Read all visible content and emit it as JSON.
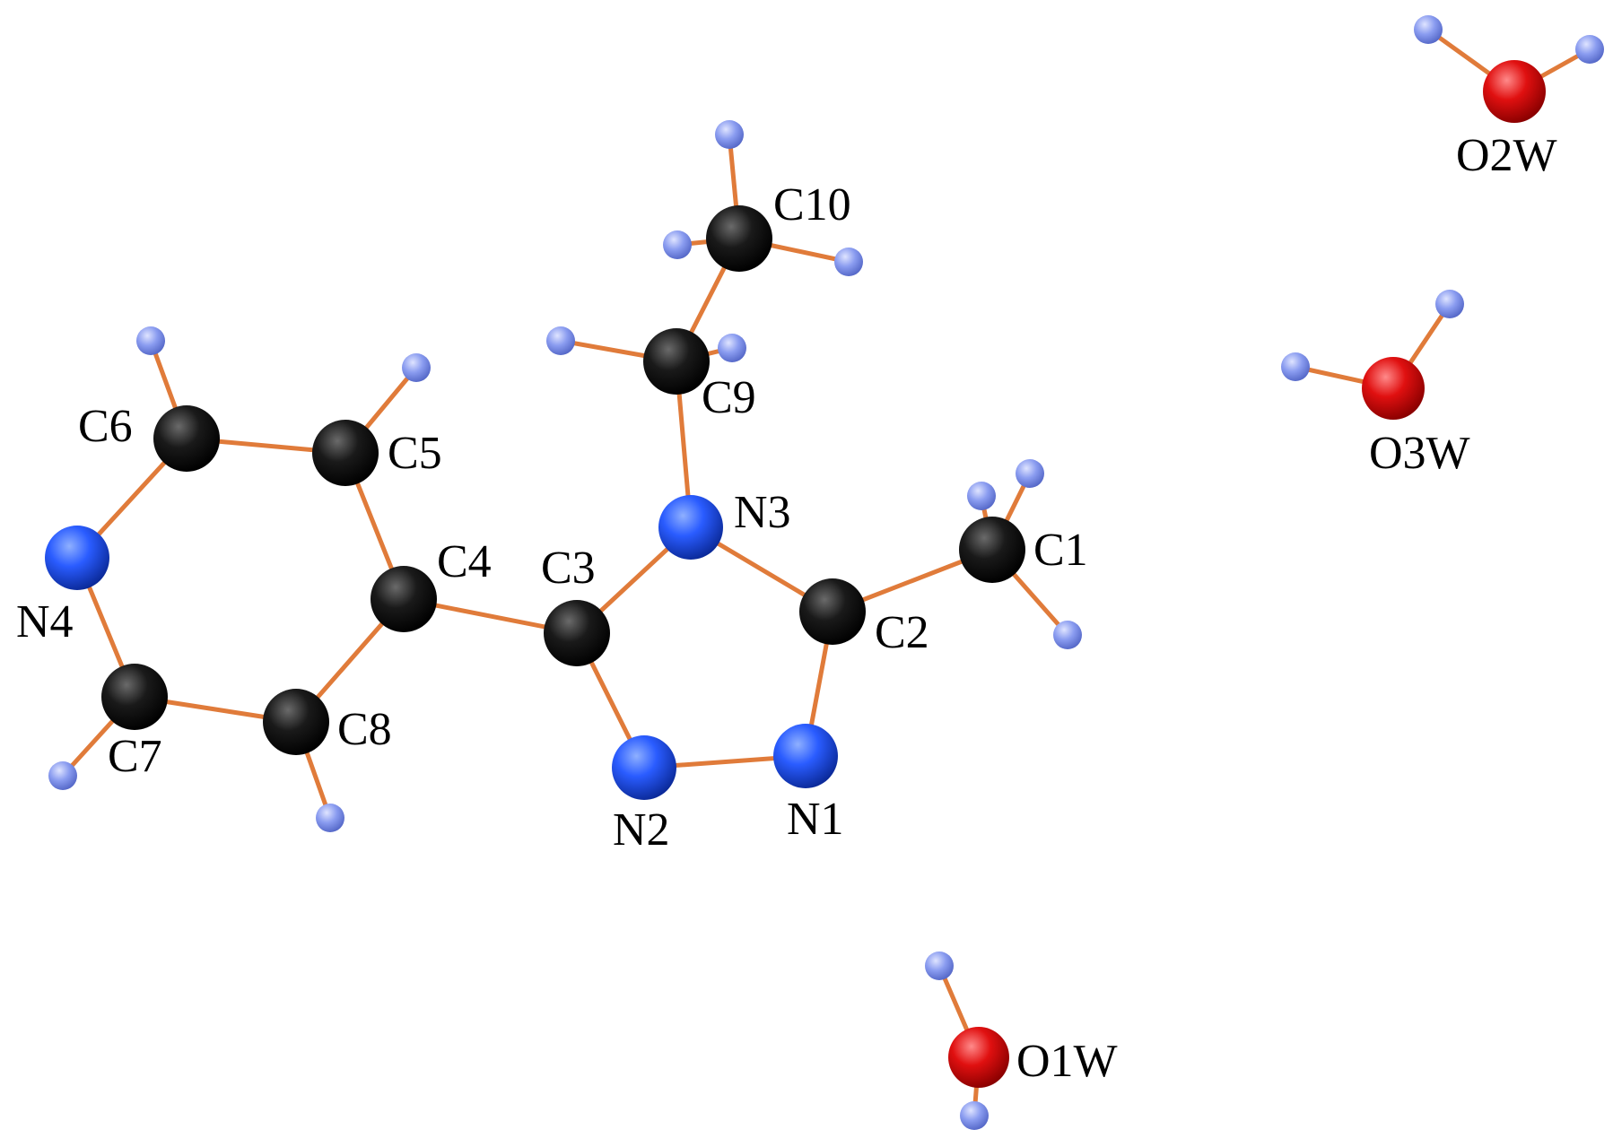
{
  "colors": {
    "carbon": "#1a1a1a",
    "nitrogen": "#2a5cff",
    "oxygen": "#e01010",
    "hydrogen": "#8a9cf0",
    "bond": "#e07b3a",
    "background": "#ffffff"
  },
  "atoms": [
    {
      "id": "C1",
      "label": "C1",
      "element": "C"
    },
    {
      "id": "C2",
      "label": "C2",
      "element": "C"
    },
    {
      "id": "C3",
      "label": "C3",
      "element": "C"
    },
    {
      "id": "C4",
      "label": "C4",
      "element": "C"
    },
    {
      "id": "C5",
      "label": "C5",
      "element": "C"
    },
    {
      "id": "C6",
      "label": "C6",
      "element": "C"
    },
    {
      "id": "C7",
      "label": "C7",
      "element": "C"
    },
    {
      "id": "C8",
      "label": "C8",
      "element": "C"
    },
    {
      "id": "C9",
      "label": "C9",
      "element": "C"
    },
    {
      "id": "C10",
      "label": "C10",
      "element": "C"
    },
    {
      "id": "N1",
      "label": "N1",
      "element": "N"
    },
    {
      "id": "N2",
      "label": "N2",
      "element": "N"
    },
    {
      "id": "N3",
      "label": "N3",
      "element": "N"
    },
    {
      "id": "N4",
      "label": "N4",
      "element": "N"
    },
    {
      "id": "O1W",
      "label": "O1W",
      "element": "O"
    },
    {
      "id": "O2W",
      "label": "O2W",
      "element": "O"
    },
    {
      "id": "O3W",
      "label": "O3W",
      "element": "O"
    }
  ]
}
